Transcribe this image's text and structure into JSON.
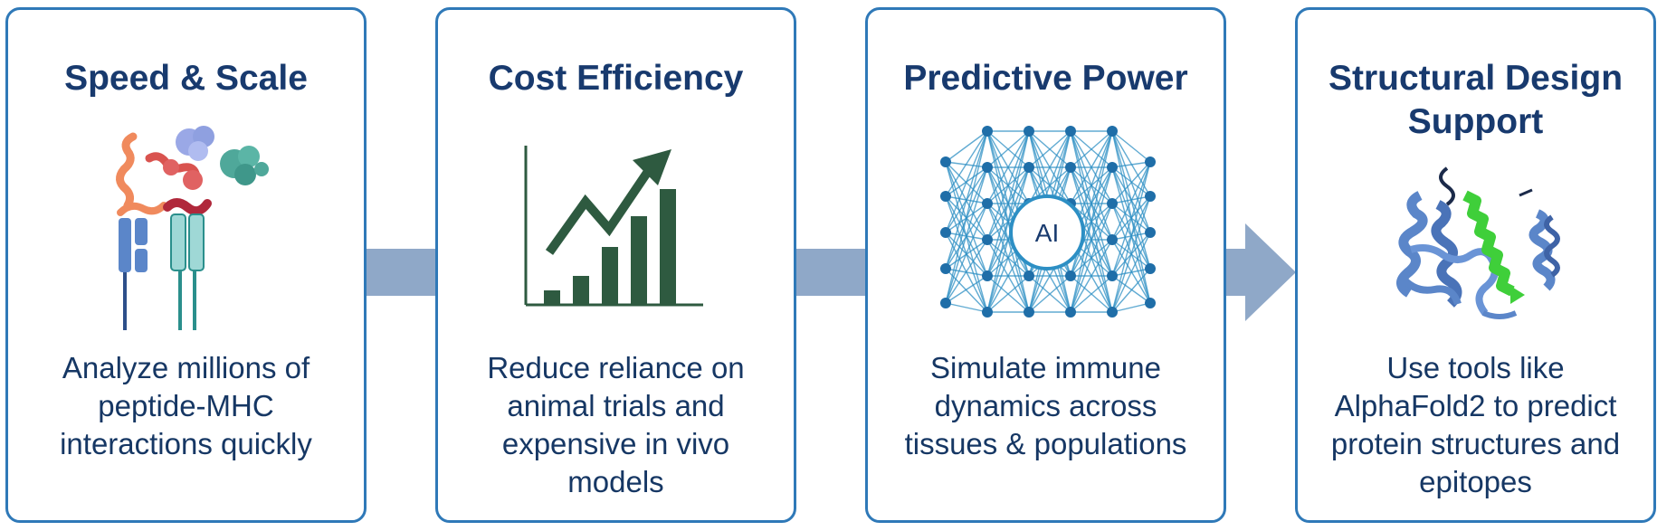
{
  "cards": [
    {
      "title": "Speed & Scale",
      "description": "Analyze millions of peptide-MHC interactions quickly",
      "icon": "peptide-mhc-binding-icon"
    },
    {
      "title": "Cost Efficiency",
      "description": "Reduce reliance on animal trials and expensive in vivo models",
      "icon": "rising-bar-chart-icon"
    },
    {
      "title": "Predictive Power",
      "description": "Simulate immune dynamics across tissues & populations",
      "icon": "neural-network-icon",
      "center_label": "AI"
    },
    {
      "title": "Structural Design Support",
      "description": "Use tools like AlphaFold2 to predict protein structures and epitopes",
      "icon": "protein-structure-icon"
    }
  ],
  "colors": {
    "card_border": "#2f79b8",
    "title": "#183a6e",
    "text": "#163764",
    "connector": "#8fa8c8",
    "chart_bars": "#2e5a40",
    "network": "#2d8fc4",
    "protein_blue": "#5b86c9",
    "protein_green": "#3fcf3a"
  }
}
